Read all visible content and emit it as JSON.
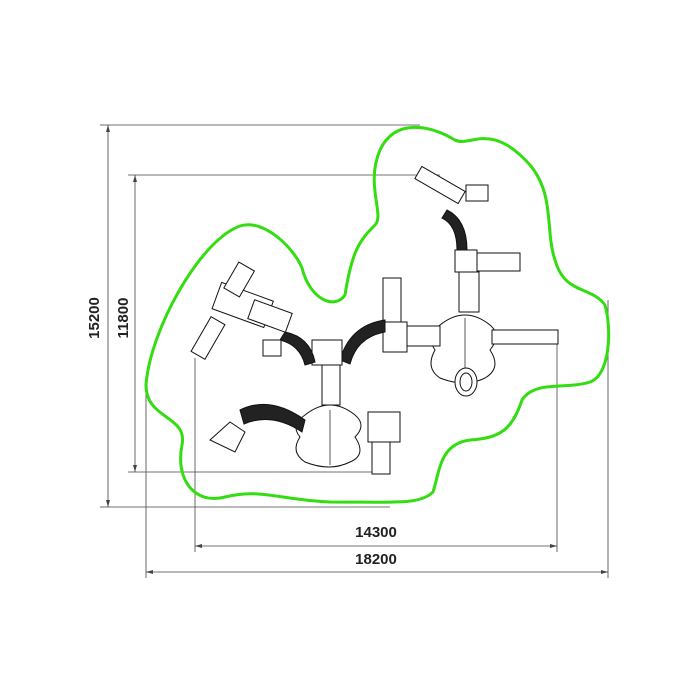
{
  "drawing": {
    "dimensions": {
      "overall_height": "15200",
      "equipment_height": "11800",
      "equipment_width": "14300",
      "overall_width": "18200"
    },
    "colors": {
      "safety_zone": "#33dd11",
      "lines": "#111111"
    }
  }
}
